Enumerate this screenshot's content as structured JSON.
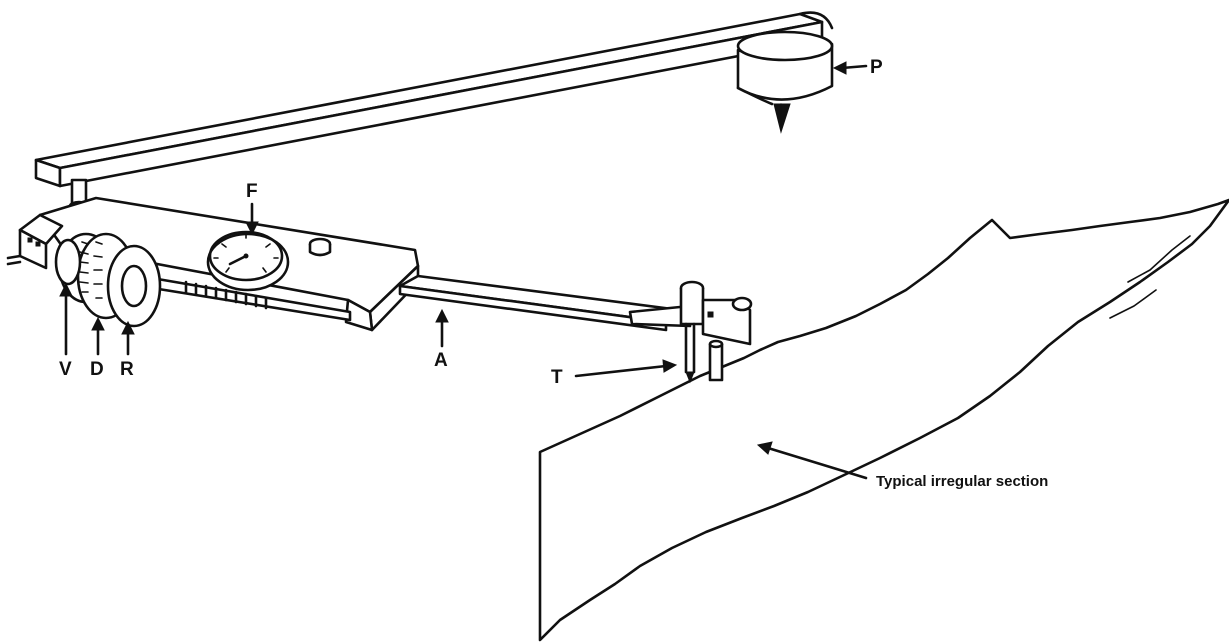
{
  "labels": {
    "P": "P",
    "F": "F",
    "V": "V",
    "D": "D",
    "R": "R",
    "A": "A",
    "T": "T"
  },
  "caption": "Typical irregular section",
  "colors": {
    "ink": "#111111",
    "background": "#ffffff"
  }
}
